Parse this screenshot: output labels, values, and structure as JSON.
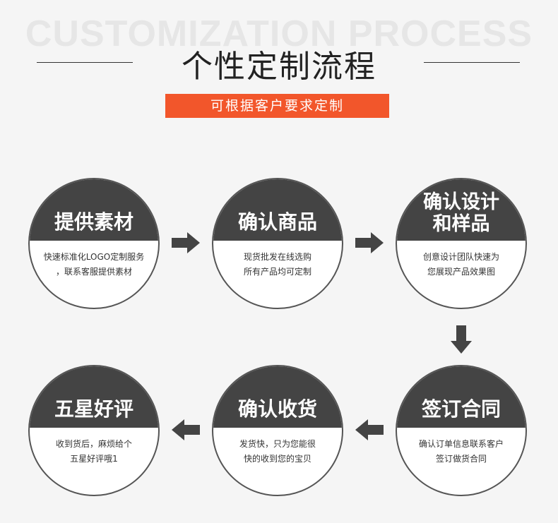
{
  "header": {
    "bg_title": "CUSTOMIZATION PROCESS",
    "title": "个性定制流程",
    "subtitle": "可根据客户要求定制",
    "accent_color": "#f2562b"
  },
  "steps": [
    {
      "title": "提供素材",
      "desc_line1": "快速标准化LOGO定制服务",
      "desc_line2": "，联系客服提供素材"
    },
    {
      "title": "确认商品",
      "desc_line1": "现货批发在线选购",
      "desc_line2": "所有产品均可定制"
    },
    {
      "title_line1": "确认设计",
      "title_line2": "和样品",
      "desc_line1": "创意设计团队快速为",
      "desc_line2": "您展现产品效果图"
    },
    {
      "title": "签订合同",
      "desc_line1": "确认订单信息联系客户",
      "desc_line2": "签订做货合同"
    },
    {
      "title": "确认收货",
      "desc_line1": "发货快，只为您能很",
      "desc_line2": "快的收到您的宝贝"
    },
    {
      "title": "五星好评",
      "desc_line1": "收到货后，麻烦给个",
      "desc_line2": "五星好评哦1"
    }
  ],
  "arrows": [
    "arrow-right-icon",
    "arrow-right-icon",
    "arrow-down-icon",
    "arrow-left-icon",
    "arrow-left-icon"
  ]
}
